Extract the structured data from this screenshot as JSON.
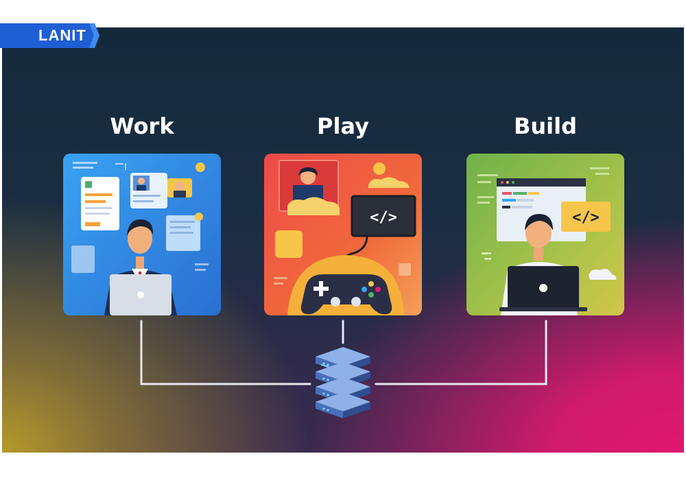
{
  "brand": {
    "logo_text": "LANIT",
    "banner_color": "#1f5fd6"
  },
  "panels": [
    {
      "heading": "Work",
      "icon": "office-worker-laptop-illustration",
      "accent": "#2f7fe0"
    },
    {
      "heading": "Play",
      "icon": "gamepad-code-illustration",
      "accent": "#f06a3a"
    },
    {
      "heading": "Build",
      "icon": "developer-laptop-code-illustration",
      "accent": "#8fb63a"
    }
  ],
  "hub": {
    "icon": "server-stack-icon"
  },
  "colors": {
    "line": "#e8e8ee",
    "pink": "#e0186e",
    "navy": "#142a3b"
  }
}
